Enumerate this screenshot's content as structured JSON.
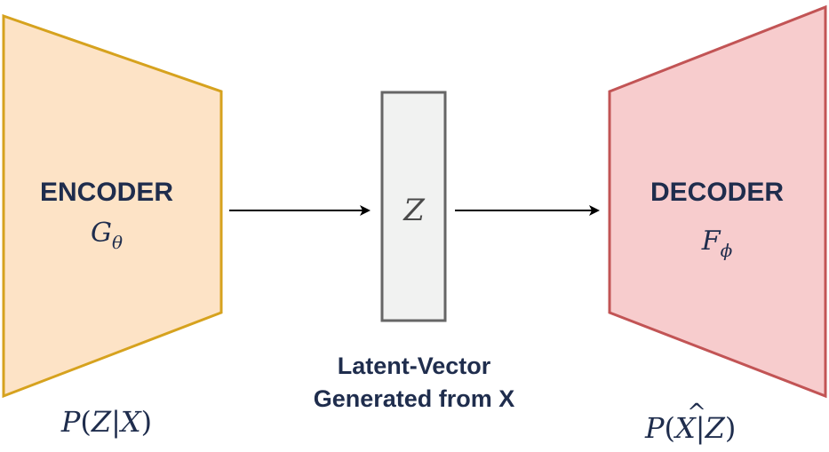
{
  "encoder": {
    "title": "ENCODER",
    "function_symbol": "G",
    "function_subscript": "θ",
    "distribution": {
      "p": "P",
      "open": "(",
      "z": "Z",
      "bar": "|",
      "x": "X",
      "close": ")"
    },
    "fill_color": "#fde3c6",
    "stroke_color": "#d6a21e"
  },
  "latent": {
    "symbol": "Z",
    "caption_line1": "Latent-Vector",
    "caption_line2": "Generated from X",
    "fill_color": "#f1f2f1",
    "stroke_color": "#666666"
  },
  "decoder": {
    "title": "DECODER",
    "function_symbol": "F",
    "function_subscript": "ϕ",
    "distribution": {
      "p": "P",
      "open": "(",
      "xhat": "X",
      "hat": "^",
      "bar": "|",
      "z": "Z",
      "close": ")"
    },
    "fill_color": "#f7cccd",
    "stroke_color": "#c25455"
  },
  "arrow_color": "#000000"
}
